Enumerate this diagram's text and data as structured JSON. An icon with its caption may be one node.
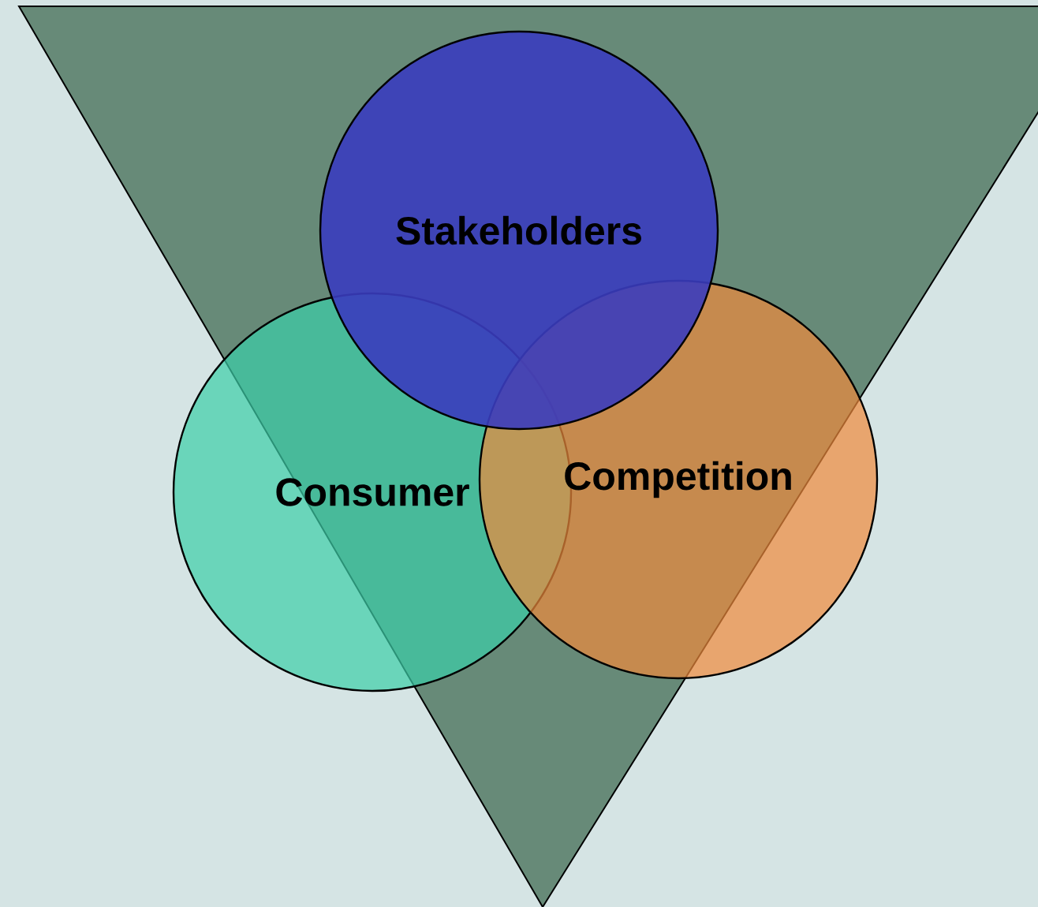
{
  "diagram": {
    "nodes": [
      {
        "text": [
          "Stakeholders"
        ]
      },
      {
        "text": [
          "Consumer"
        ]
      },
      {
        "text": [
          "Competition"
        ]
      }
    ]
  }
}
